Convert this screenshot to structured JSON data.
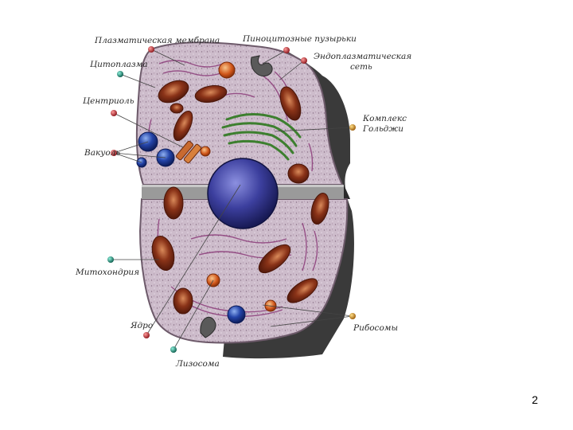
{
  "labels": {
    "plasma_membrane": "Плазматическая мембрана",
    "pinocytotic_vesicles": "Пиноцитозные пузырьки",
    "cytoplasm": "Цитоплазма",
    "endoplasmic_reticulum_1": "Эндоплазматическая",
    "endoplasmic_reticulum_2": "сеть",
    "centriole": "Центриоль",
    "golgi_1": "Комплекс",
    "golgi_2": "Гольджи",
    "vacuole": "Вакуоль",
    "mitochondria": "Митохондрия",
    "ribosomes": "Рибосомы",
    "nucleus": "Ядро",
    "lysosome": "Лизосома"
  },
  "page_number": "2",
  "colors": {
    "pin_red": "#b3262e",
    "pin_teal": "#168f7a",
    "pin_orange": "#d98a1c",
    "cytoplasm": "#cdb9c9",
    "shadow": "#3a3a3a",
    "nucleus": "#3c3f9e",
    "mitochondria": "#7a2a16",
    "golgi": "#3d7f2f"
  }
}
